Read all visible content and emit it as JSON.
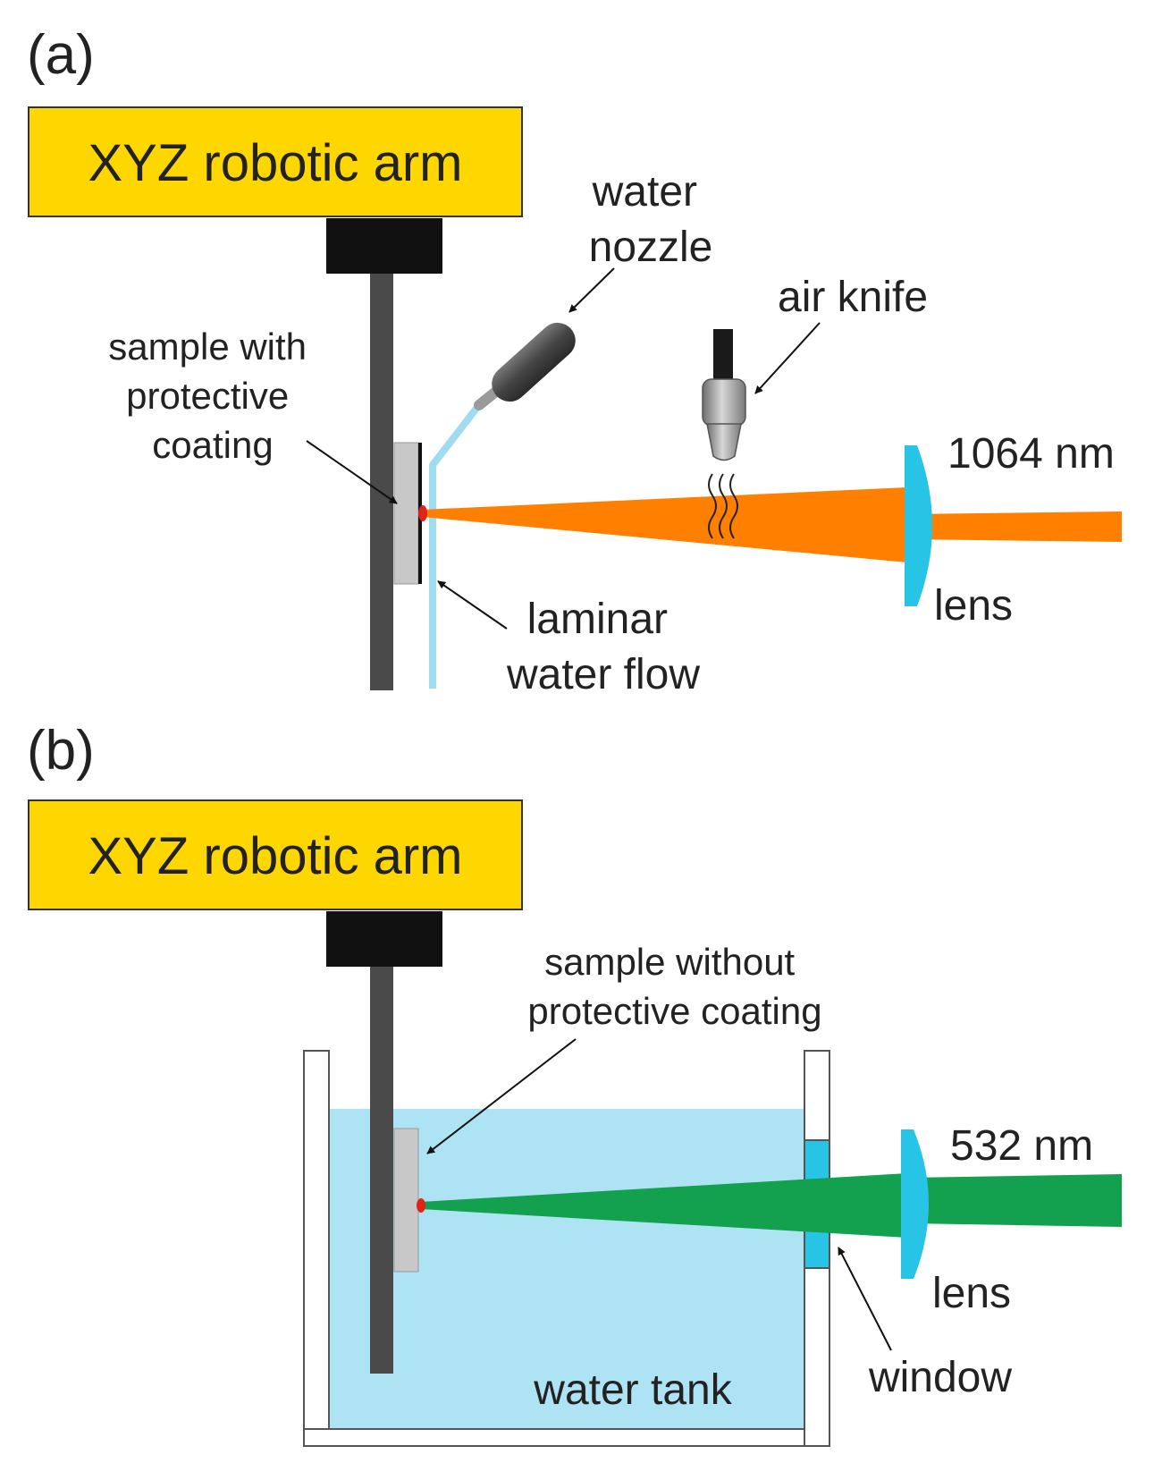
{
  "panel_a": {
    "label": "(a)",
    "arm_label": "XYZ robotic arm",
    "sample_label": [
      "sample with",
      "protective",
      "coating"
    ],
    "nozzle_label": [
      "water",
      "nozzle"
    ],
    "air_knife_label": "air knife",
    "wavelength_label": "1064 nm",
    "lens_label": "lens",
    "flow_label": [
      "laminar",
      "water flow"
    ]
  },
  "panel_b": {
    "label": "(b)",
    "arm_label": "XYZ robotic arm",
    "sample_label": [
      "sample without",
      "protective coating"
    ],
    "wavelength_label": "532 nm",
    "lens_label": "lens",
    "window_label": "window",
    "tank_label": "water tank"
  },
  "colors": {
    "arm": "#ffd700",
    "holder": "#111111",
    "rod": "#4a4a4a",
    "sample": "#c8c8c8",
    "water": "#aee3f3",
    "water_flow": "#9fdcf0",
    "beam_1064": "#ff7f00",
    "beam_532": "#13a150",
    "lens": "#28c4e6",
    "spot": "#e0231b"
  }
}
